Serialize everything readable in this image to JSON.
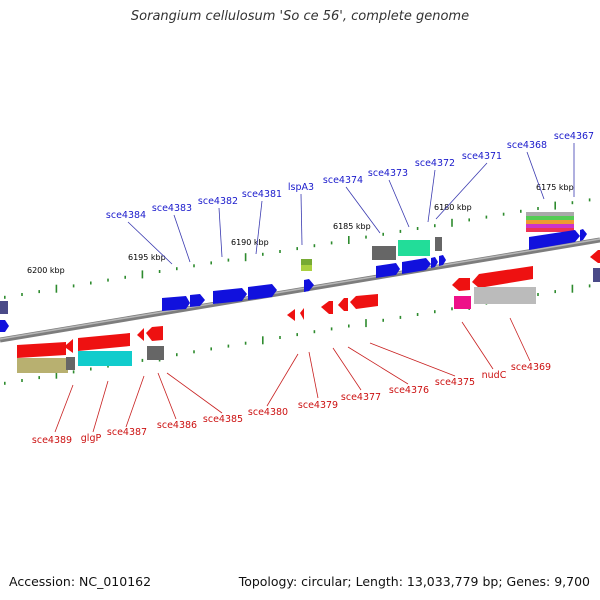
{
  "title": "Sorangium cellulosum 'So ce 56', complete genome",
  "footer": {
    "accession": "Accession: NC_010162",
    "summary": "Topology: circular; Length: 13,033,779 bp; Genes: 9,700"
  },
  "colors": {
    "backbone": "#808080",
    "forward_label": "#1a1acc",
    "reverse_label": "#cc1111",
    "tick_mark": "#2e8b2e",
    "kbp_label": "#000000"
  },
  "kbp_labels": [
    "6200 kbp",
    "6195 kbp",
    "6190 kbp",
    "6185 kbp",
    "6180 kbp",
    "6175 kbp"
  ],
  "forward_genes": [
    "sce4384",
    "sce4383",
    "sce4382",
    "sce4381",
    "lspA3",
    "sce4374",
    "sce4373",
    "sce4372",
    "sce4371",
    "sce4368",
    "sce4367"
  ],
  "reverse_genes": [
    "sce4389",
    "glgP",
    "sce4387",
    "sce4386",
    "sce4385",
    "sce4380",
    "sce4379",
    "sce4377",
    "sce4376",
    "sce4375",
    "nudC",
    "sce4369"
  ]
}
